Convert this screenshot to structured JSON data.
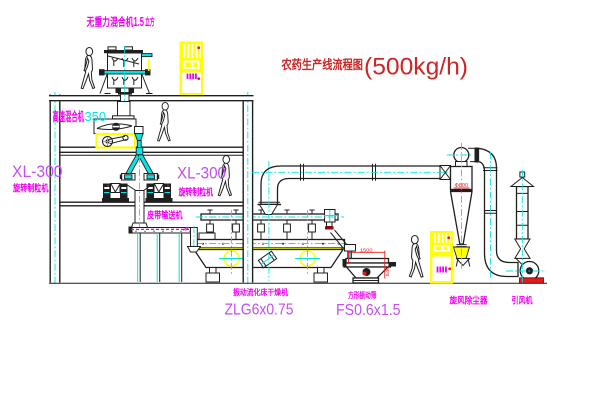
{
  "title": {
    "name_zh": "农药生产线流程图",
    "capacity": "(500kg/h)"
  },
  "labels": {
    "gravity_mixer": "无重力混合机",
    "gravity_mixer_size": "1.5",
    "gravity_mixer_unit": "立方",
    "high_speed_mixer": "高速混合机",
    "high_speed_mixer_model": "350",
    "granulator_left_model": "XL-300",
    "granulator_left": "旋转制粒机",
    "granulator_right_model": "XL-300",
    "granulator_right": "旋转制粒机",
    "belt_conveyor": "皮带输送机",
    "fluid_bed_dryer": "振动流化床干燥机",
    "fluid_bed_dryer_model": "ZLG6x0.75",
    "square_sieve": "方形振动筛",
    "square_sieve_model": "FS0.6x1.5",
    "cyclone_dust_collector": "旋风除尘器",
    "induced_draft_fan": "引风机"
  },
  "dimensions": {
    "cyclone_diameter": "Φ800",
    "sieve_length": "1500",
    "sieve_height": "540"
  },
  "colors": {
    "background": "#ffffff",
    "line": "#1f1f1f",
    "centerline_cyan": "#00e6e6",
    "equipment_yellow": "#ffff00",
    "label_magenta": "#ee00ee",
    "model_violet": "#c44ef0",
    "title_red": "#cc2626",
    "dimension_red": "#e81818",
    "conveyor_green": "#00b400",
    "flange_dark_red": "#990000"
  }
}
